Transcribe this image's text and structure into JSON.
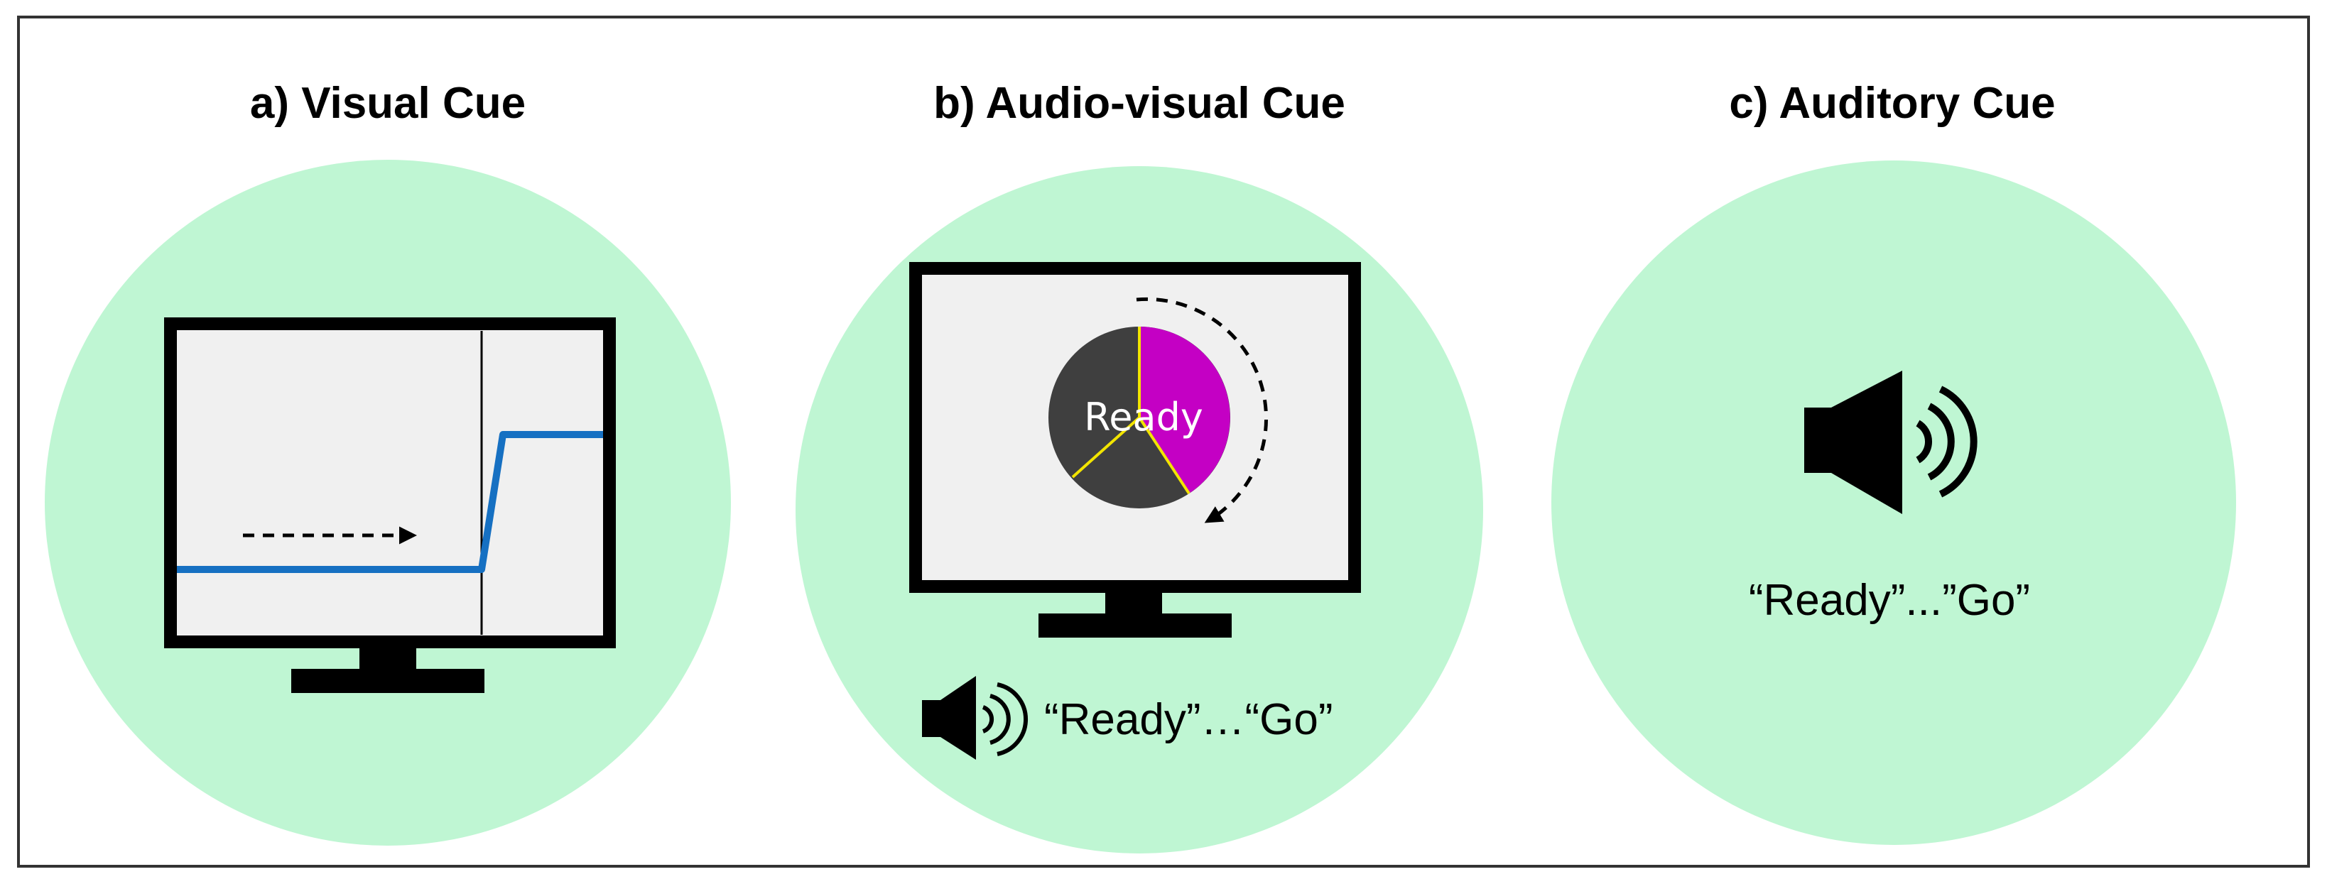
{
  "panels": [
    {
      "id": "a",
      "title": "a) Visual Cue"
    },
    {
      "id": "b",
      "title": "b) Audio-visual Cue",
      "disc_label": "Ready",
      "audio_caption": "“Ready”…“Go”"
    },
    {
      "id": "c",
      "title": "c) Auditory Cue",
      "audio_caption": "“Ready”...”Go”"
    }
  ],
  "icons": {
    "monitor": "monitor-icon",
    "speaker": "speaker-icon",
    "arrow": "dashed-arrow-icon"
  },
  "colors": {
    "circle_fill": "#bff6d3",
    "screen_fill": "#f0f0f0",
    "frame": "#000000",
    "trace": "#1670c2",
    "pie_dark": "#3f3f3f",
    "pie_highlight": "#c400c4",
    "pie_divider": "#f2e400"
  }
}
